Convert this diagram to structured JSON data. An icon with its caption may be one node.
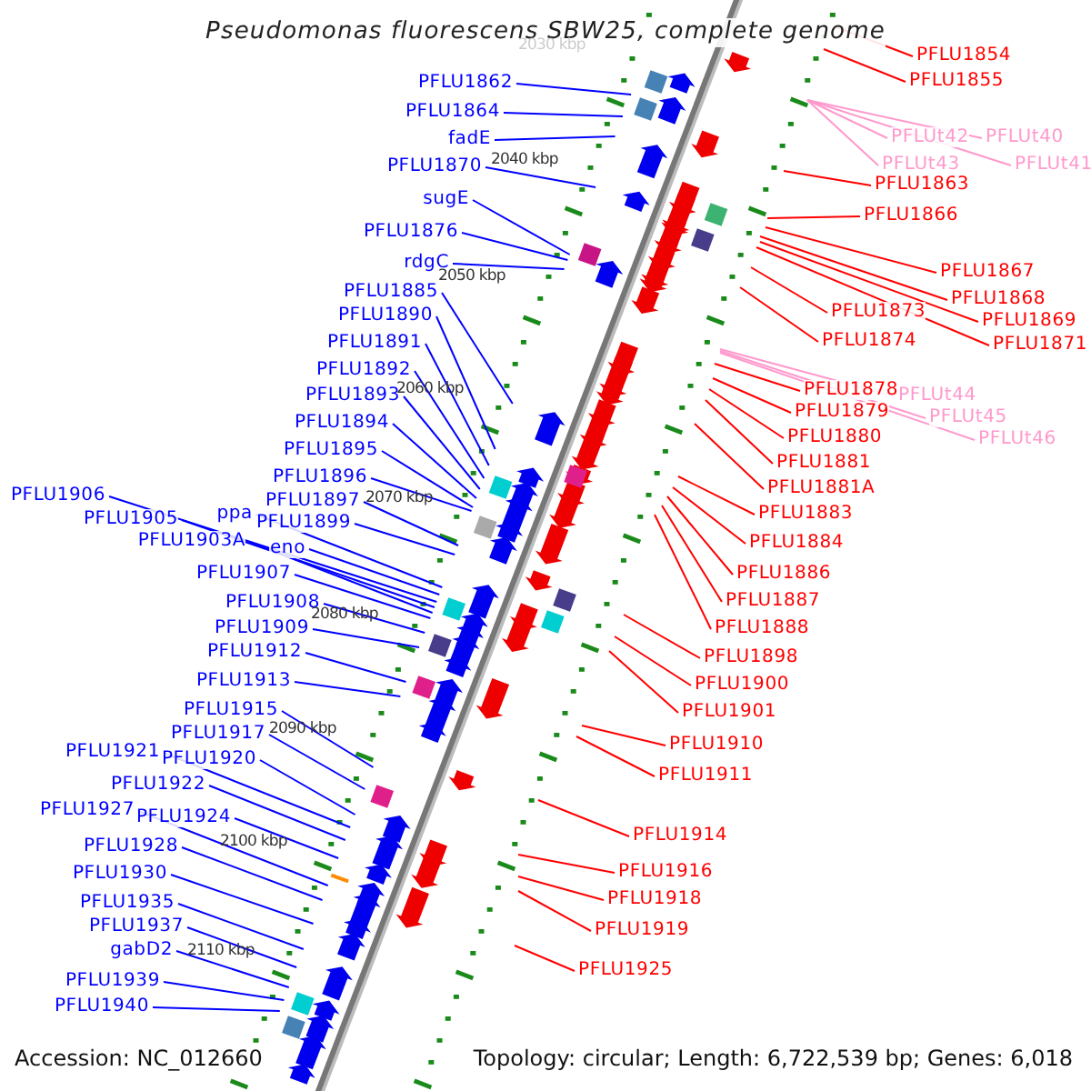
{
  "diagram": {
    "title": "Pseudomonas fluorescens SBW25, complete genome",
    "nodes": [
      {
        "text": [
          "PFLU1862"
        ]
      },
      {
        "text": [
          "PFLU1864"
        ]
      },
      {
        "text": [
          "fadE"
        ]
      },
      {
        "text": [
          "PFLU1870"
        ]
      },
      {
        "text": [
          "sugE"
        ]
      },
      {
        "text": [
          "PFLU1876"
        ]
      },
      {
        "text": [
          "rdgC"
        ]
      },
      {
        "text": [
          "PFLU1885"
        ]
      },
      {
        "text": [
          "PFLU1890"
        ]
      },
      {
        "text": [
          "PFLU1891"
        ]
      },
      {
        "text": [
          "PFLU1892"
        ]
      },
      {
        "text": [
          "PFLU1893"
        ]
      },
      {
        "text": [
          "PFLU1894"
        ]
      },
      {
        "text": [
          "PFLU1895"
        ]
      },
      {
        "text": [
          "PFLU1896"
        ]
      },
      {
        "text": [
          "PFLU1897"
        ]
      },
      {
        "text": [
          "PFLU1899"
        ]
      },
      {
        "text": [
          "ppa"
        ]
      },
      {
        "text": [
          "eno"
        ]
      },
      {
        "text": [
          "PFLU1906"
        ]
      },
      {
        "text": [
          "PFLU1905"
        ]
      },
      {
        "text": [
          "PFLU1903A"
        ]
      },
      {
        "text": [
          "PFLU1907"
        ]
      },
      {
        "text": [
          "PFLU1908"
        ]
      },
      {
        "text": [
          "PFLU1909"
        ]
      },
      {
        "text": [
          "PFLU1912"
        ]
      },
      {
        "text": [
          "PFLU1913"
        ]
      },
      {
        "text": [
          "PFLU1915"
        ]
      },
      {
        "text": [
          "PFLU1917"
        ]
      },
      {
        "text": [
          "PFLU1921"
        ]
      },
      {
        "text": [
          "PFLU1920"
        ]
      },
      {
        "text": [
          "PFLU1922"
        ]
      },
      {
        "text": [
          "PFLU1927"
        ]
      },
      {
        "text": [
          "PFLU1924"
        ]
      },
      {
        "text": [
          "PFLU1928"
        ]
      },
      {
        "text": [
          "PFLU1930"
        ]
      },
      {
        "text": [
          "PFLU1935"
        ]
      },
      {
        "text": [
          "PFLU1937"
        ]
      },
      {
        "text": [
          "gabD2"
        ]
      },
      {
        "text": [
          "PFLU1939"
        ]
      },
      {
        "text": [
          "PFLU1940"
        ]
      },
      {
        "text": [
          "PFLU1854"
        ]
      },
      {
        "text": [
          "PFLU1855"
        ]
      },
      {
        "text": [
          "PFLUt42"
        ]
      },
      {
        "text": [
          "PFLUt40"
        ]
      },
      {
        "text": [
          "PFLUt43"
        ]
      },
      {
        "text": [
          "PFLUt41"
        ]
      },
      {
        "text": [
          "PFLU1863"
        ]
      },
      {
        "text": [
          "PFLU1866"
        ]
      },
      {
        "text": [
          "PFLU1867"
        ]
      },
      {
        "text": [
          "PFLU1868"
        ]
      },
      {
        "text": [
          "PFLU1873"
        ]
      },
      {
        "text": [
          "PFLU1869"
        ]
      },
      {
        "text": [
          "PFLU1874"
        ]
      },
      {
        "text": [
          "PFLU1871"
        ]
      },
      {
        "text": [
          "PFLU1878"
        ]
      },
      {
        "text": [
          "PFLUt44"
        ]
      },
      {
        "text": [
          "PFLU1879"
        ]
      },
      {
        "text": [
          "PFLUt45"
        ]
      },
      {
        "text": [
          "PFLU1880"
        ]
      },
      {
        "text": [
          "PFLUt46"
        ]
      },
      {
        "text": [
          "PFLU1881"
        ]
      },
      {
        "text": [
          "PFLU1881A"
        ]
      },
      {
        "text": [
          "PFLU1883"
        ]
      },
      {
        "text": [
          "PFLU1884"
        ]
      },
      {
        "text": [
          "PFLU1886"
        ]
      },
      {
        "text": [
          "PFLU1887"
        ]
      },
      {
        "text": [
          "PFLU1888"
        ]
      },
      {
        "text": [
          "PFLU1898"
        ]
      },
      {
        "text": [
          "PFLU1900"
        ]
      },
      {
        "text": [
          "PFLU1901"
        ]
      },
      {
        "text": [
          "PFLU1910"
        ]
      },
      {
        "text": [
          "PFLU1911"
        ]
      },
      {
        "text": [
          "PFLU1914"
        ]
      },
      {
        "text": [
          "PFLU1916"
        ]
      },
      {
        "text": [
          "PFLU1918"
        ]
      },
      {
        "text": [
          "PFLU1919"
        ]
      },
      {
        "text": [
          "PFLU1925"
        ]
      }
    ],
    "edges": [
      {
        "from": 0,
        "to": null,
        "arrow": "none"
      },
      {
        "from": 1,
        "to": null,
        "arrow": "none"
      },
      {
        "from": 2,
        "to": null,
        "arrow": "none"
      },
      {
        "from": 3,
        "to": null,
        "arrow": "none"
      },
      {
        "from": 4,
        "to": null,
        "arrow": "none"
      },
      {
        "from": 5,
        "to": null,
        "arrow": "none"
      },
      {
        "from": 6,
        "to": null,
        "arrow": "none"
      },
      {
        "from": 7,
        "to": null,
        "arrow": "none"
      },
      {
        "from": 8,
        "to": null,
        "arrow": "none"
      },
      {
        "from": 9,
        "to": null,
        "arrow": "none"
      },
      {
        "from": 10,
        "to": null,
        "arrow": "none"
      },
      {
        "from": 11,
        "to": null,
        "arrow": "none"
      },
      {
        "from": 12,
        "to": null,
        "arrow": "none"
      },
      {
        "from": 13,
        "to": null,
        "arrow": "none"
      },
      {
        "from": 14,
        "to": null,
        "arrow": "none"
      },
      {
        "from": 15,
        "to": null,
        "arrow": "none"
      },
      {
        "from": 16,
        "to": null,
        "arrow": "none"
      },
      {
        "from": 17,
        "to": null,
        "arrow": "none"
      },
      {
        "from": 18,
        "to": null,
        "arrow": "none"
      },
      {
        "from": 19,
        "to": null,
        "arrow": "none"
      },
      {
        "from": 20,
        "to": null,
        "arrow": "none"
      },
      {
        "from": 21,
        "to": null,
        "arrow": "none"
      },
      {
        "from": 22,
        "to": null,
        "arrow": "none"
      },
      {
        "from": 23,
        "to": null,
        "arrow": "none"
      },
      {
        "from": 24,
        "to": null,
        "arrow": "none"
      },
      {
        "from": 25,
        "to": null,
        "arrow": "none"
      },
      {
        "from": 26,
        "to": null,
        "arrow": "none"
      },
      {
        "from": 27,
        "to": null,
        "arrow": "none"
      },
      {
        "from": 28,
        "to": null,
        "arrow": "none"
      },
      {
        "from": 29,
        "to": null,
        "arrow": "none"
      },
      {
        "from": 30,
        "to": null,
        "arrow": "none"
      },
      {
        "from": 31,
        "to": null,
        "arrow": "none"
      },
      {
        "from": 32,
        "to": null,
        "arrow": "none"
      },
      {
        "from": 33,
        "to": null,
        "arrow": "none"
      },
      {
        "from": 34,
        "to": null,
        "arrow": "none"
      },
      {
        "from": 35,
        "to": null,
        "arrow": "none"
      },
      {
        "from": 36,
        "to": null,
        "arrow": "none"
      },
      {
        "from": 37,
        "to": null,
        "arrow": "none"
      },
      {
        "from": 38,
        "to": null,
        "arrow": "none"
      },
      {
        "from": 39,
        "to": null,
        "arrow": "none"
      },
      {
        "from": 40,
        "to": null,
        "arrow": "none"
      },
      {
        "from": 41,
        "to": null,
        "arrow": "none",
        "color": "#ff0000"
      },
      {
        "from": 42,
        "to": null,
        "arrow": "none",
        "color": "#ff0000"
      },
      {
        "from": 43,
        "to": null,
        "arrow": "none",
        "color": "#ff99cc"
      },
      {
        "from": 44,
        "to": null,
        "arrow": "none",
        "color": "#ff99cc"
      },
      {
        "from": 45,
        "to": null,
        "arrow": "none",
        "color": "#ff99cc"
      },
      {
        "from": 46,
        "to": null,
        "arrow": "none",
        "color": "#ff99cc"
      },
      {
        "from": 47,
        "to": null,
        "arrow": "none",
        "color": "#ff0000"
      },
      {
        "from": 48,
        "to": null,
        "arrow": "none",
        "color": "#ff0000"
      },
      {
        "from": 49,
        "to": null,
        "arrow": "none",
        "color": "#ff0000"
      },
      {
        "from": 50,
        "to": null,
        "arrow": "none",
        "color": "#ff0000"
      },
      {
        "from": 51,
        "to": null,
        "arrow": "none",
        "color": "#ff0000"
      },
      {
        "from": 52,
        "to": null,
        "arrow": "none",
        "color": "#ff0000"
      },
      {
        "from": 53,
        "to": null,
        "arrow": "none",
        "color": "#ff0000"
      },
      {
        "from": 54,
        "to": null,
        "arrow": "none",
        "color": "#ff0000"
      },
      {
        "from": 55,
        "to": null,
        "arrow": "none",
        "color": "#ff0000"
      },
      {
        "from": 56,
        "to": null,
        "arrow": "none",
        "color": "#ff99cc"
      },
      {
        "from": 57,
        "to": null,
        "arrow": "none",
        "color": "#ff0000"
      },
      {
        "from": 58,
        "to": null,
        "arrow": "none",
        "color": "#ff99cc"
      },
      {
        "from": 59,
        "to": null,
        "arrow": "none",
        "color": "#ff0000"
      },
      {
        "from": 60,
        "to": null,
        "arrow": "none",
        "color": "#ff99cc"
      },
      {
        "from": 61,
        "to": null,
        "arrow": "none",
        "color": "#ff0000"
      },
      {
        "from": 62,
        "to": null,
        "arrow": "none",
        "color": "#ff0000"
      },
      {
        "from": 63,
        "to": null,
        "arrow": "none",
        "color": "#ff0000"
      },
      {
        "from": 64,
        "to": null,
        "arrow": "none",
        "color": "#ff0000"
      },
      {
        "from": 65,
        "to": null,
        "arrow": "none",
        "color": "#ff0000"
      },
      {
        "from": 66,
        "to": null,
        "arrow": "none",
        "color": "#ff0000"
      },
      {
        "from": 67,
        "to": null,
        "arrow": "none",
        "color": "#ff0000"
      },
      {
        "from": 68,
        "to": null,
        "arrow": "none",
        "color": "#ff0000"
      },
      {
        "from": 69,
        "to": null,
        "arrow": "none",
        "color": "#ff0000"
      },
      {
        "from": 70,
        "to": null,
        "arrow": "none",
        "color": "#ff0000"
      },
      {
        "from": 71,
        "to": null,
        "arrow": "none",
        "color": "#ff0000"
      },
      {
        "from": 72,
        "to": null,
        "arrow": "none",
        "color": "#ff0000"
      },
      {
        "from": 73,
        "to": null,
        "arrow": "none",
        "color": "#ff0000"
      },
      {
        "from": 74,
        "to": null,
        "arrow": "none",
        "color": "#ff0000"
      },
      {
        "from": 75,
        "to": null,
        "arrow": "none",
        "color": "#ff0000"
      },
      {
        "from": 76,
        "to": null,
        "arrow": "none",
        "color": "#ff0000"
      },
      {
        "from": 77,
        "to": null,
        "arrow": "none",
        "color": "#ff0000"
      }
    ],
    "labels": [
      "2030 kbp",
      "2040 kbp",
      "2050 kbp",
      "2060 kbp",
      "2070 kbp",
      "2080 kbp",
      "2090 kbp",
      "2100 kbp",
      "2110 kbp",
      "Accession: NC_012660",
      "Topology: circular; Length: 6,722,539 bp; Genes: 6,018"
    ]
  }
}
